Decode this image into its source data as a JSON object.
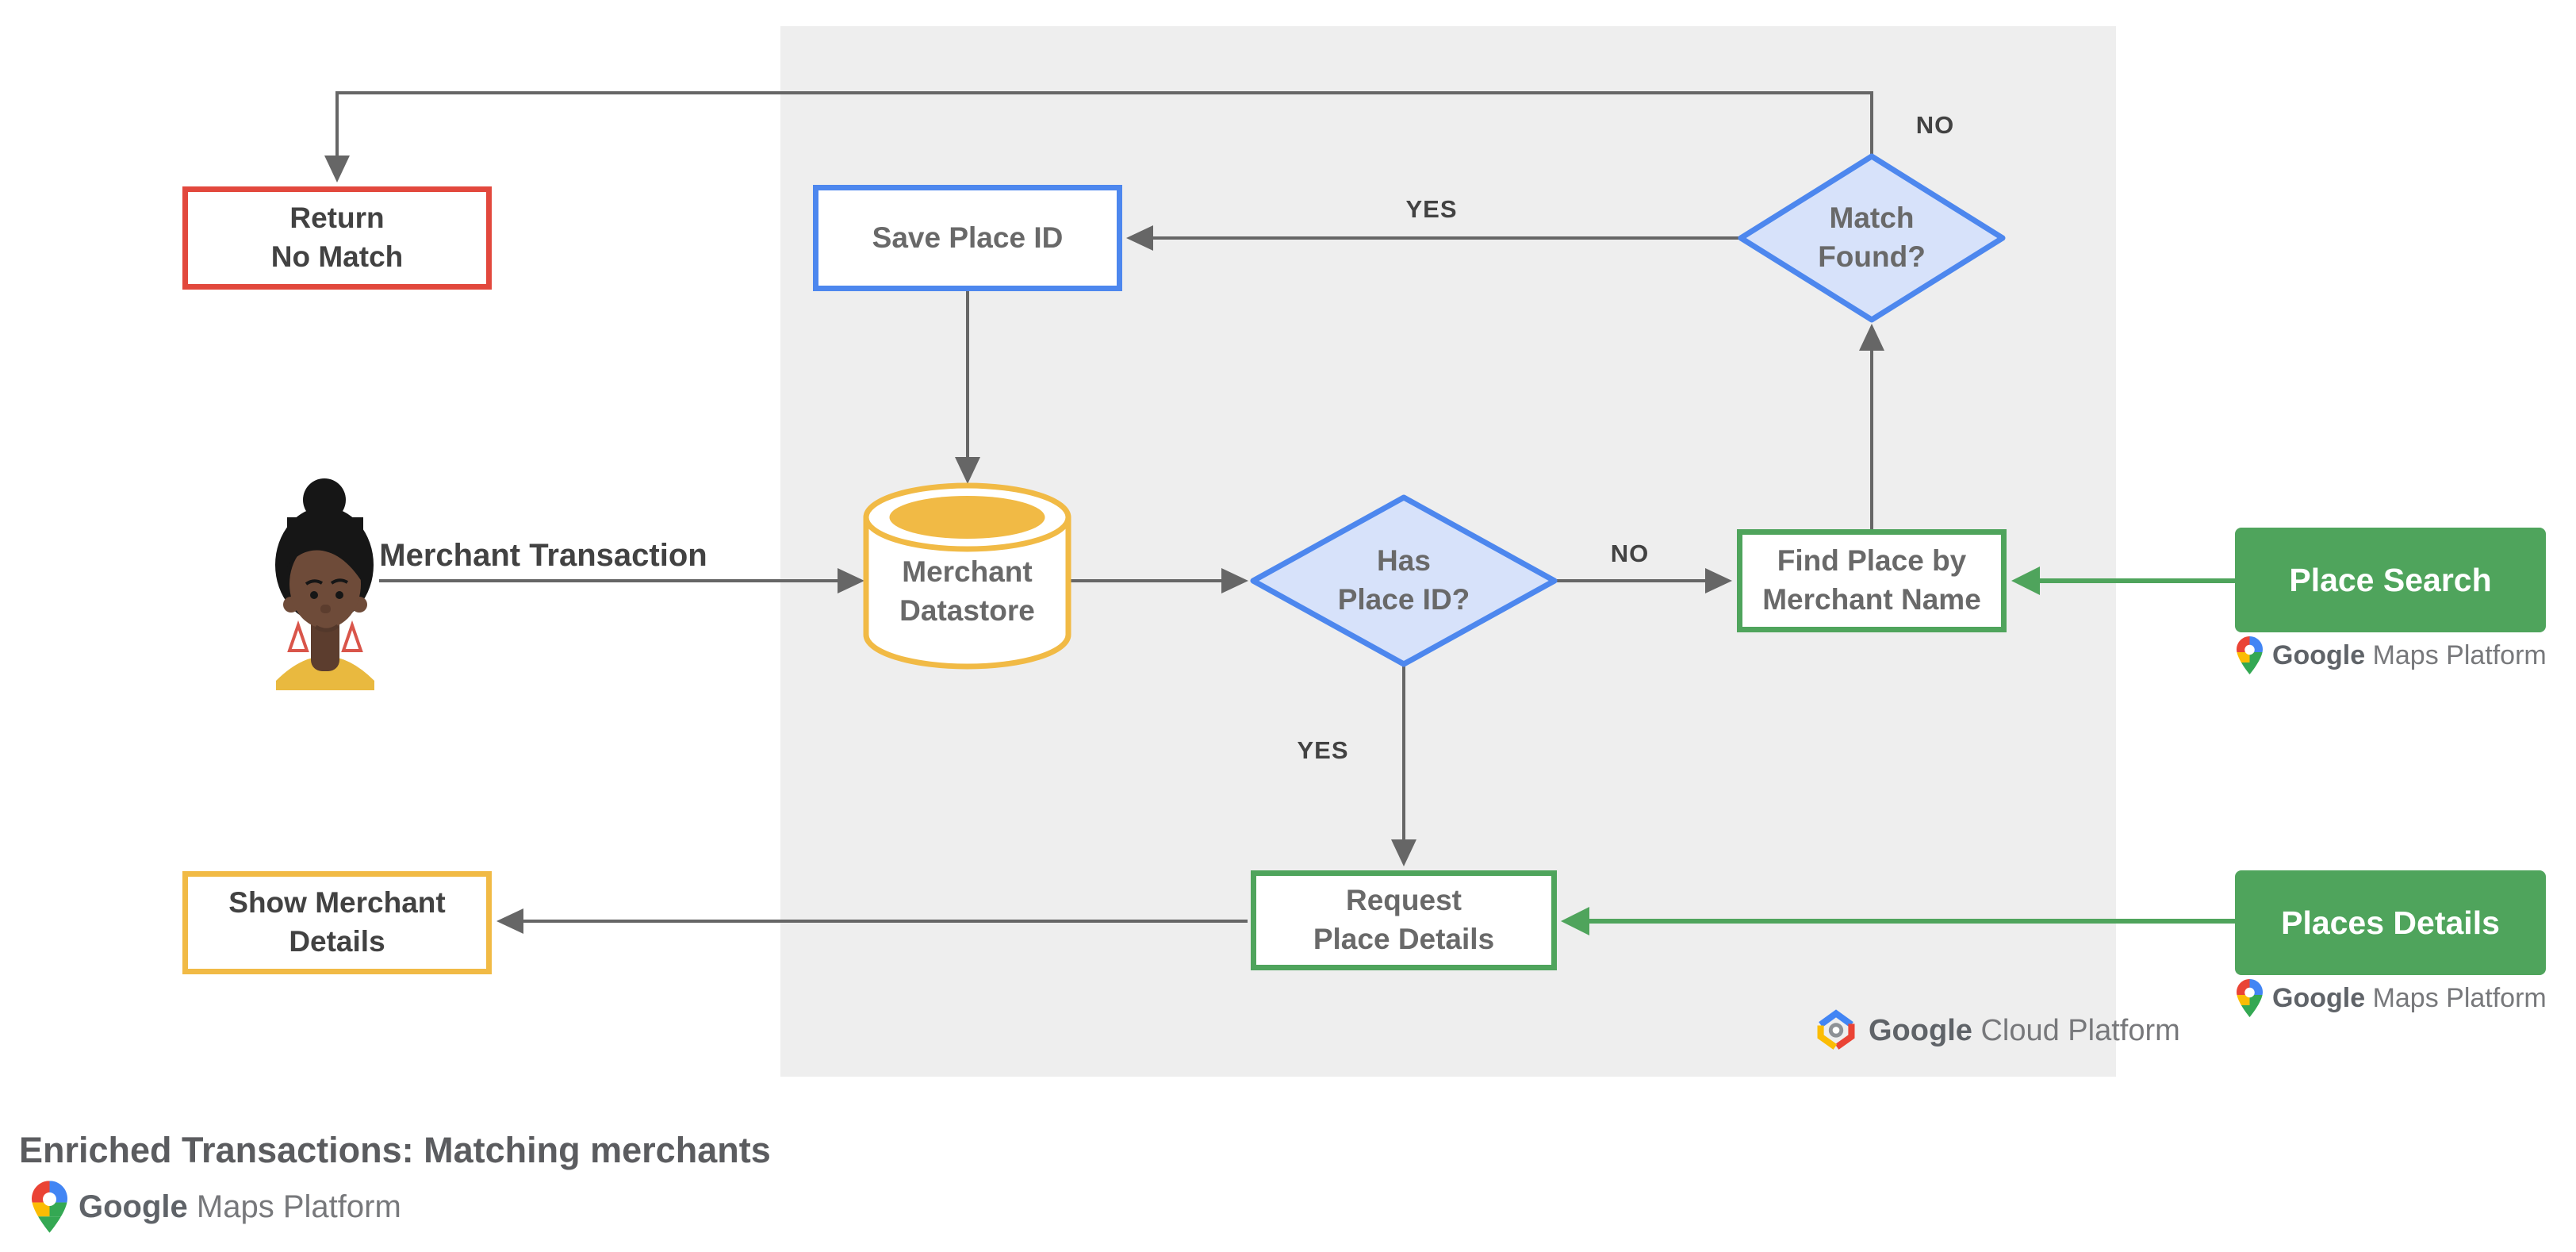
{
  "title": "Enriched Transactions: Matching merchants",
  "colors": {
    "red": "#E2483D",
    "blue_border": "#4D87EE",
    "blue_fill": "#D7E2FA",
    "green": "#4FA45C",
    "yellow": "#F1BA45",
    "panel_background": "#EEEEEE",
    "line_gray": "#666666"
  },
  "nodes": {
    "return_no_match": {
      "line1": "Return",
      "line2": "No Match"
    },
    "save_place_id": {
      "line1": "Save Place ID"
    },
    "match_found": {
      "line1": "Match",
      "line2": "Found?"
    },
    "merchant_datastore": {
      "line1": "Merchant",
      "line2": "Datastore"
    },
    "has_place_id": {
      "line1": "Has",
      "line2": "Place ID?"
    },
    "find_place_by_merchant_name": {
      "line1": "Find Place by",
      "line2": "Merchant Name"
    },
    "request_place_details": {
      "line1": "Request",
      "line2": "Place Details"
    },
    "show_merchant_details": {
      "line1": "Show Merchant",
      "line2": "Details"
    },
    "place_search": {
      "label": "Place Search"
    },
    "places_details": {
      "label": "Places Details"
    }
  },
  "edge_labels": {
    "merchant_transaction": "Merchant Transaction",
    "match_found_yes": "YES",
    "match_found_no": "NO",
    "has_place_id_no": "NO",
    "has_place_id_yes": "YES"
  },
  "logos": {
    "google_cloud_platform": {
      "google": "Google",
      "product": "Cloud Platform"
    },
    "google_maps_platform": {
      "google": "Google",
      "product": "Maps Platform"
    }
  }
}
